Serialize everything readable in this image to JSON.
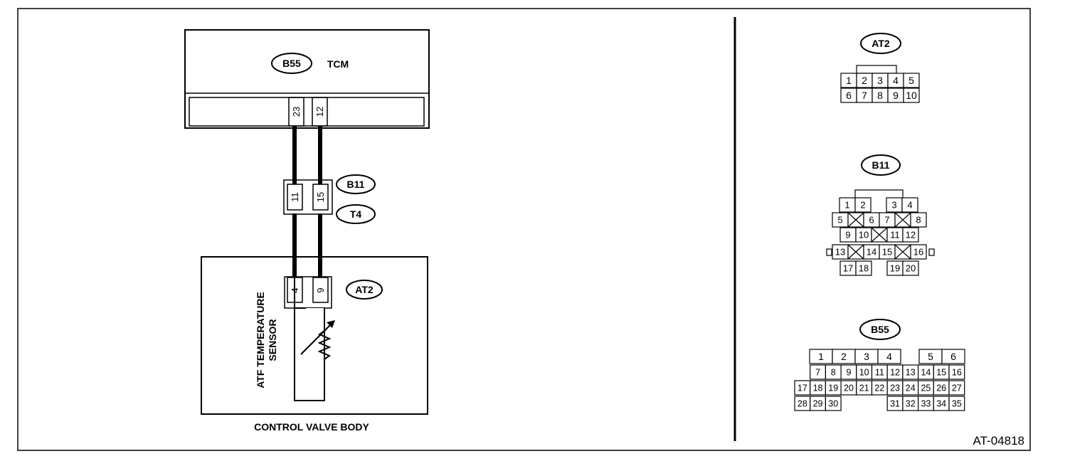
{
  "tcm": {
    "connector": "B55",
    "label": "TCM",
    "pins": [
      "23",
      "12"
    ]
  },
  "joint": {
    "connectors": [
      "B11",
      "T4"
    ],
    "pins": [
      "11",
      "15"
    ]
  },
  "sensor": {
    "connector": "AT2",
    "pins": [
      "4",
      "9"
    ],
    "label_line1": "ATF TEMPERATURE",
    "label_line2": "SENSOR",
    "housing_label": "CONTROL VALVE BODY"
  },
  "connector_views": [
    {
      "name": "AT2",
      "pins": [
        "1",
        "2",
        "3",
        "4",
        "5",
        "6",
        "7",
        "8",
        "9",
        "10"
      ]
    },
    {
      "name": "B11",
      "pins": [
        "1",
        "2",
        "3",
        "4",
        "5",
        "6",
        "7",
        "8",
        "9",
        "10",
        "11",
        "12",
        "13",
        "14",
        "15",
        "16",
        "17",
        "18",
        "19",
        "20"
      ]
    },
    {
      "name": "B55",
      "pins": [
        "1",
        "2",
        "3",
        "4",
        "5",
        "6",
        "7",
        "8",
        "9",
        "10",
        "11",
        "12",
        "13",
        "14",
        "15",
        "16",
        "17",
        "18",
        "19",
        "20",
        "21",
        "22",
        "23",
        "24",
        "25",
        "26",
        "27",
        "28",
        "29",
        "30",
        "31",
        "32",
        "33",
        "34",
        "35"
      ]
    }
  ],
  "figure_id": "AT-04818"
}
